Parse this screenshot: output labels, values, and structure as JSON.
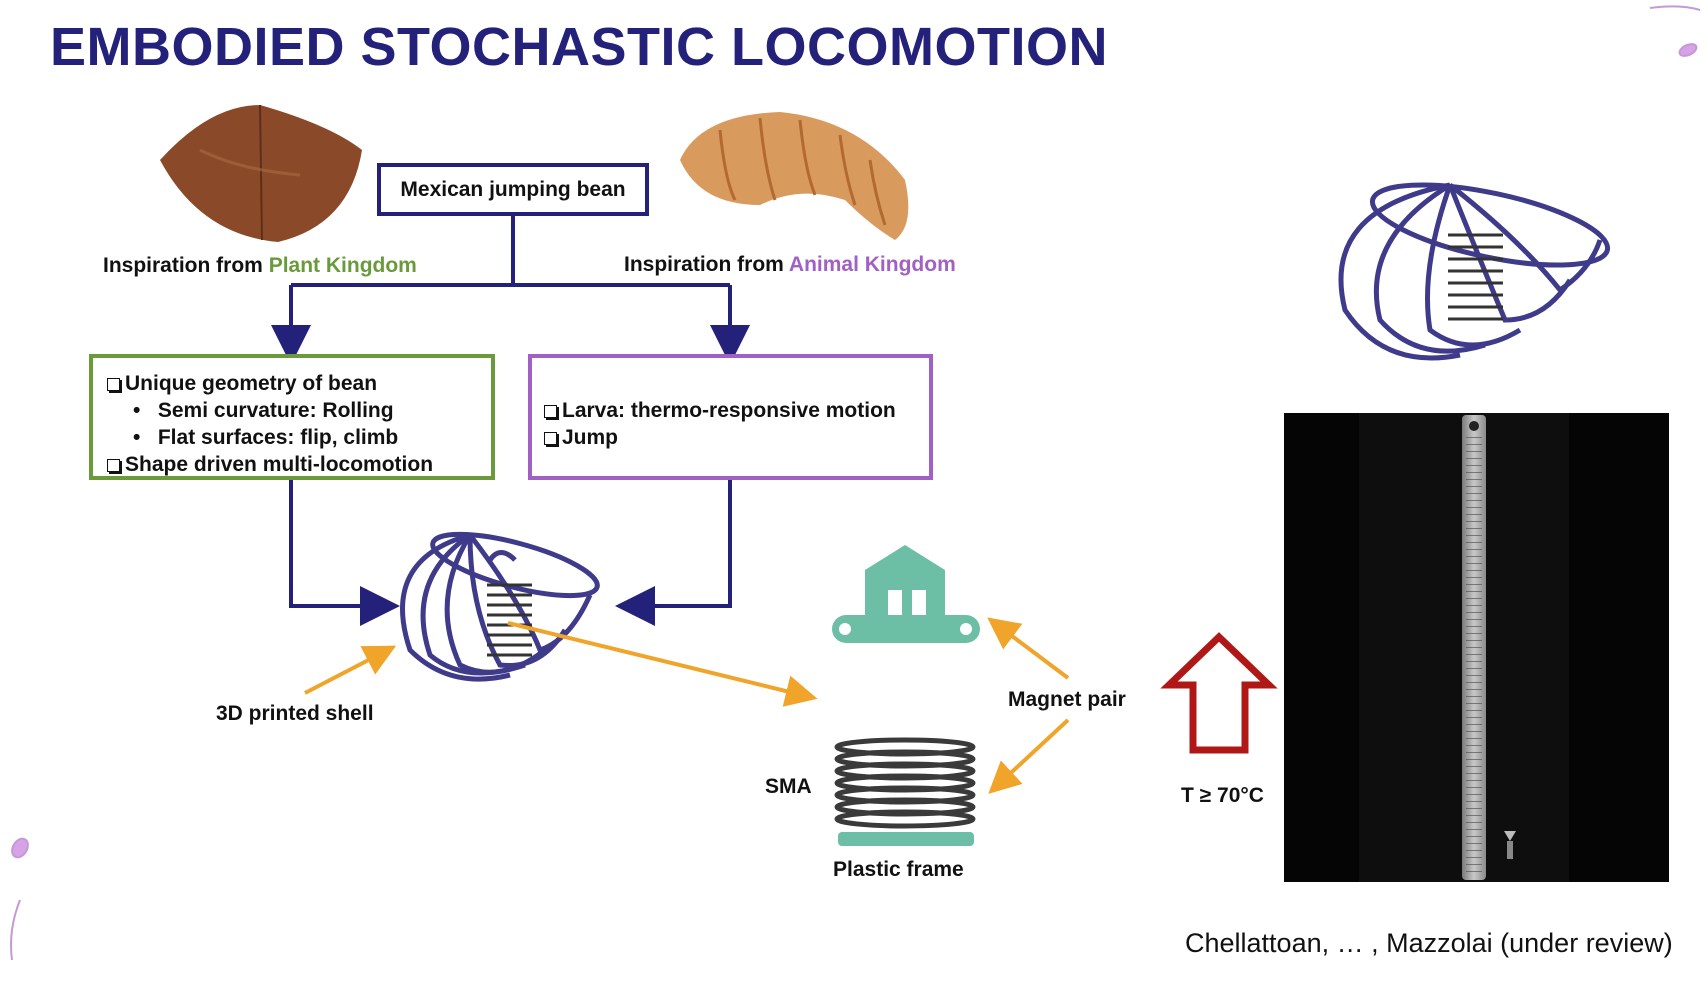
{
  "title": "EMBODIED STOCHASTIC LOCOMOTION",
  "top_box": "Mexican jumping bean",
  "plant": {
    "prefix": "Inspiration from ",
    "highlight": "Plant Kingdom"
  },
  "animal": {
    "prefix": "Inspiration from ",
    "highlight": "Animal  Kingdom"
  },
  "plant_box": {
    "item1": "Unique geometry of bean",
    "sub1": "Semi curvature: Rolling",
    "sub2": "Flat surfaces: flip, climb",
    "item2": "Shape driven  multi-locomotion"
  },
  "animal_box": {
    "item1": "Larva: thermo-responsive motion",
    "item2": "Jump"
  },
  "labels": {
    "shell": "3D printed shell",
    "magnet": "Magnet pair",
    "sma": "SMA",
    "frame": "Plastic frame",
    "temp": "T ≥ 70°C"
  },
  "citation": "Chellattoan, … , Mazzolai (under review)",
  "colors": {
    "title": "#23217a",
    "plant": "#6a9a3c",
    "animal": "#a160c4",
    "arrow": "#f0a42a",
    "up_arrow": "#b01818",
    "shell": "#3f3b8a",
    "teal": "#6cbfa5"
  },
  "icons": [
    "bean-photo",
    "larva-photo",
    "shell-cage-icon",
    "magnet-holder-icon",
    "sma-spring-icon",
    "up-arrow-icon",
    "ruler-photo"
  ]
}
